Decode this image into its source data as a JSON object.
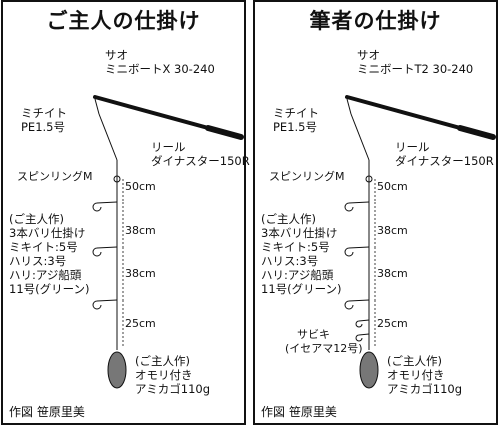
{
  "panels": [
    {
      "title": "ご主人の仕掛け",
      "rod": [
        "サオ",
        "ミニボートX 30-240"
      ],
      "line": [
        "ミチイト",
        "PE1.5号"
      ],
      "reel": [
        "リール",
        "ダイナスター150R"
      ],
      "swivel": "スピンリングM",
      "rig": [
        "(ご主人作)",
        "3本バリ仕掛け",
        "ミキイト:5号",
        "ハリス:3号",
        "ハリ:アジ船頭",
        "11号(グリーン)"
      ],
      "distances": [
        "50cm",
        "38cm",
        "38cm",
        "25cm"
      ],
      "sinker": [
        "(ご主人作)",
        "オモリ付き",
        "アミカゴ110g"
      ],
      "credit": "作図 笹原里美"
    },
    {
      "title": "筆者の仕掛け",
      "rod": [
        "サオ",
        "ミニボートT2 30-240"
      ],
      "line": [
        "ミチイト",
        "PE1.5号"
      ],
      "reel": [
        "リール",
        "ダイナスター150R"
      ],
      "swivel": "スピンリングM",
      "rig": [
        "(ご主人作)",
        "3本バリ仕掛け",
        "ミキイト:5号",
        "ハリス:3号",
        "ハリ:アジ船頭",
        "11号(グリーン)"
      ],
      "sabiki": [
        "サビキ",
        "(イセアマ12号)"
      ],
      "distances": [
        "50cm",
        "38cm",
        "38cm",
        "25cm"
      ],
      "sinker": [
        "(ご主人作)",
        "オモリ付き",
        "アミカゴ110g"
      ],
      "credit": "作図 笹原里美"
    }
  ]
}
